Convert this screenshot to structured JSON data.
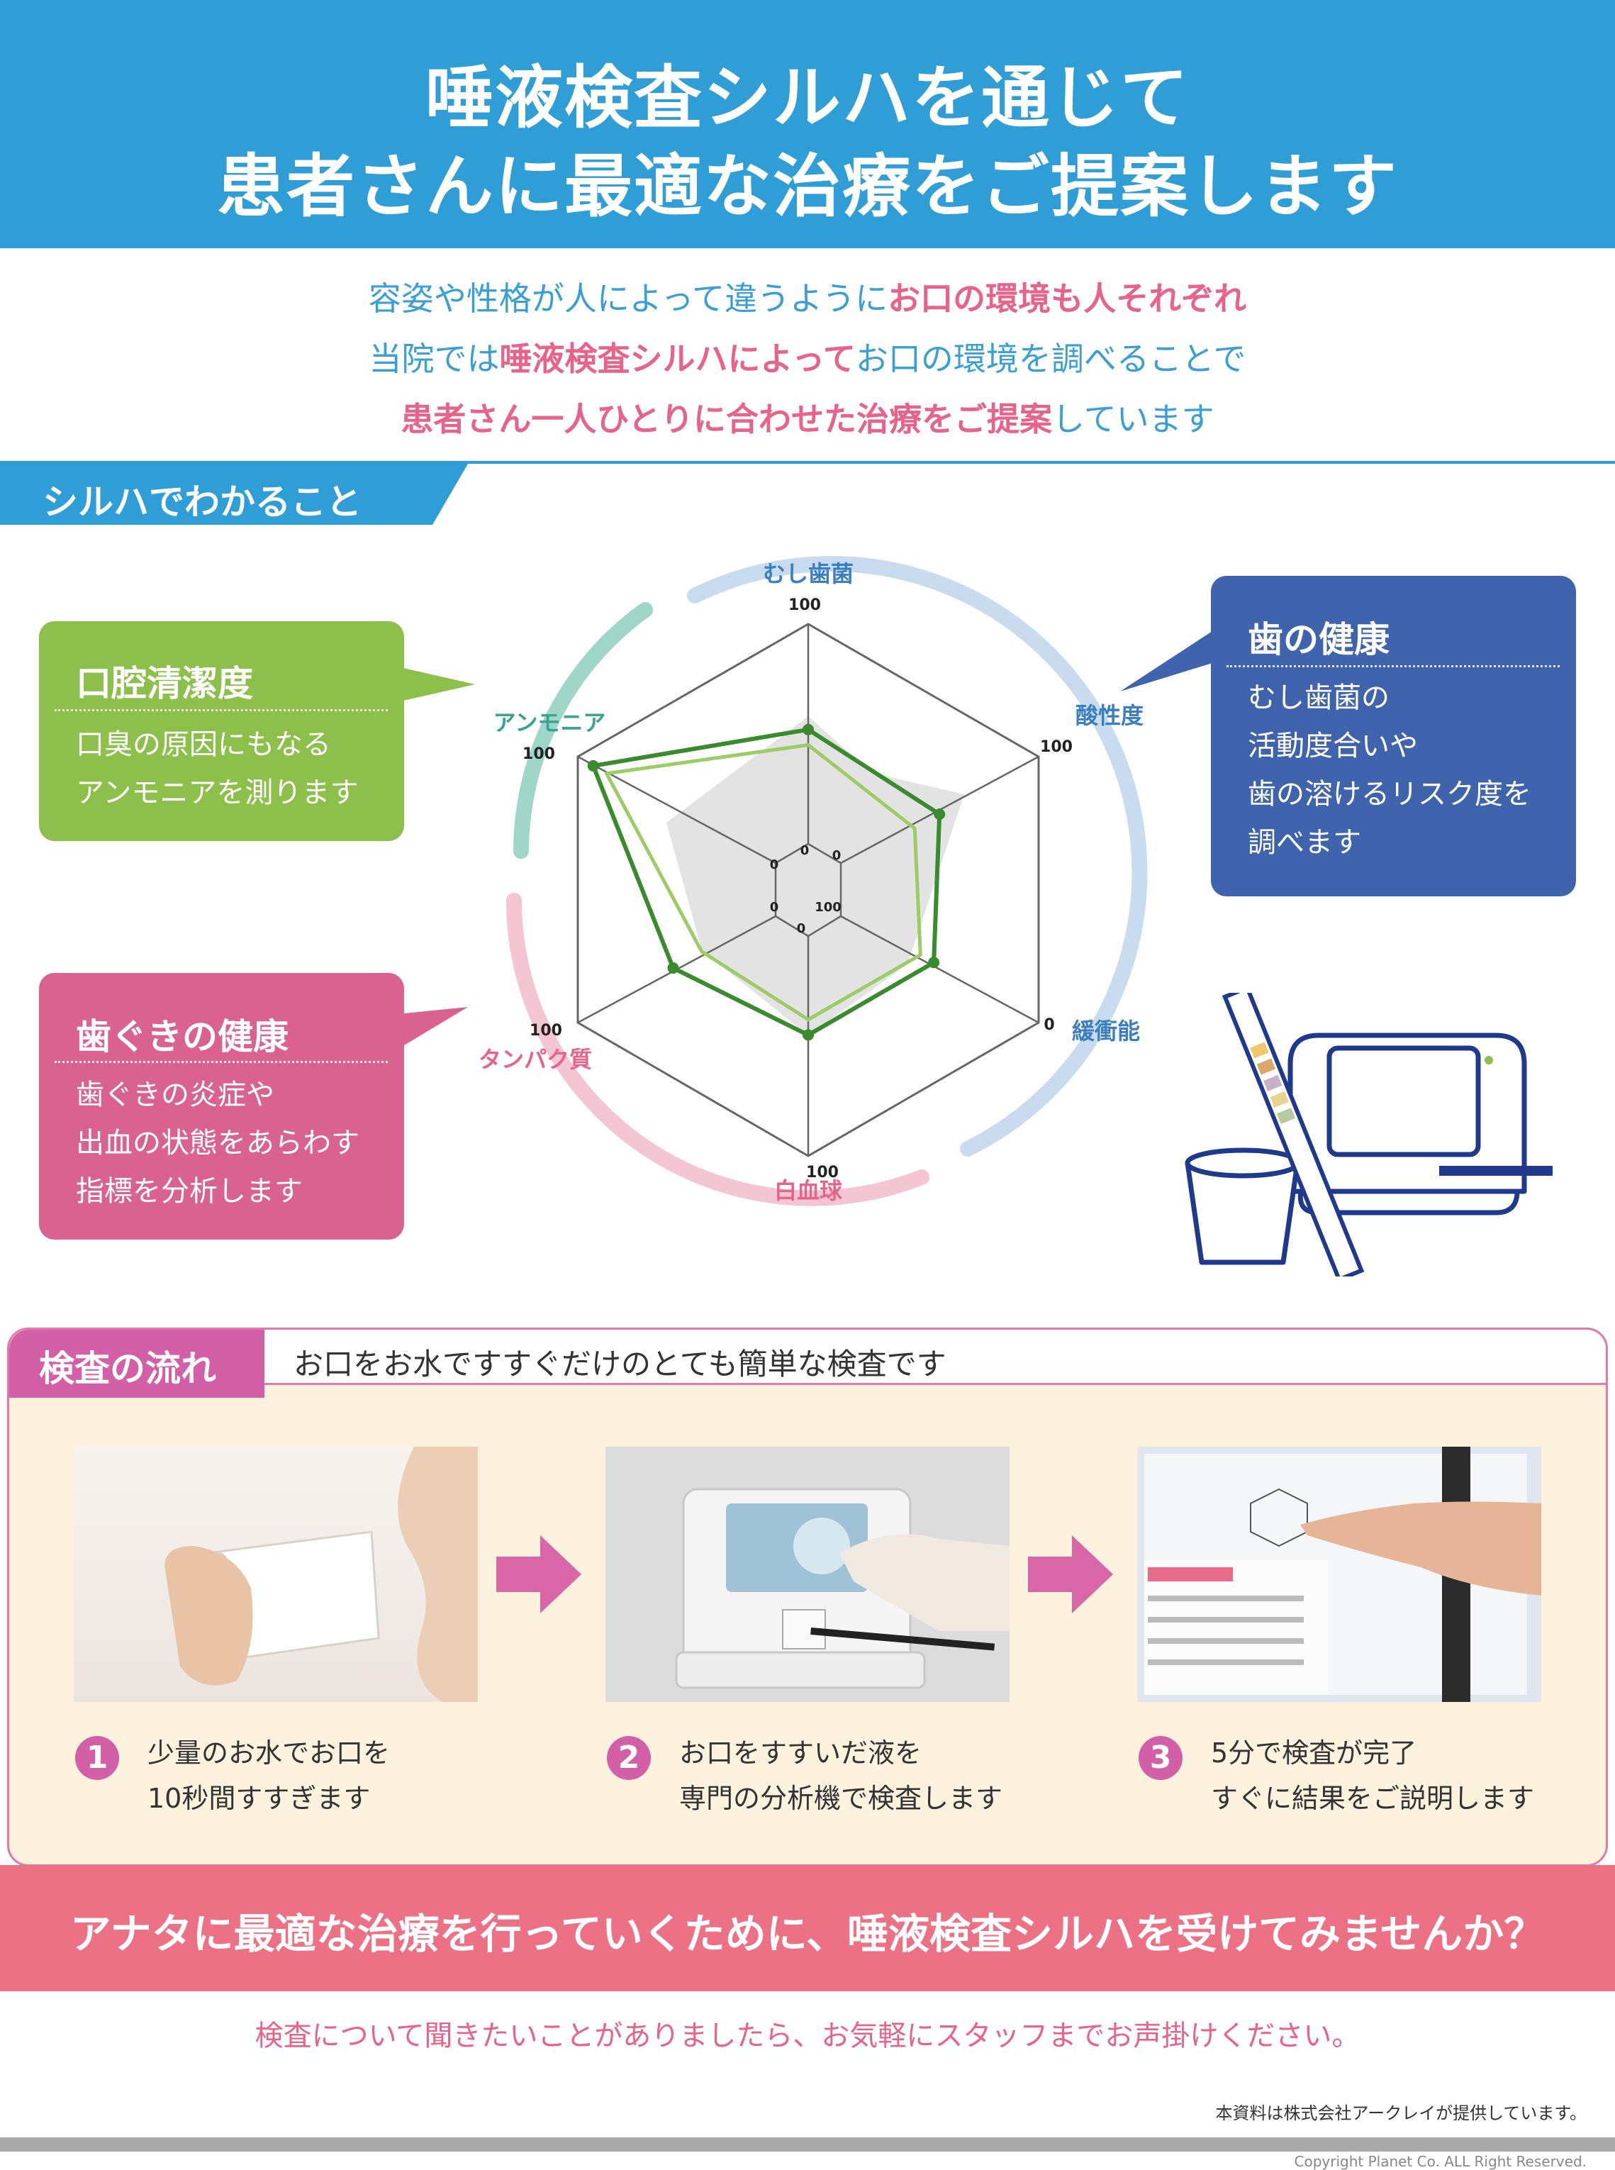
{
  "header": {
    "line1": "唾液検査シルハを通じて",
    "line2": "患者さんに最適な治療をご提案します"
  },
  "intro": {
    "l1a": "容姿や性格が人によって違うように",
    "l1b": "お口の環境も人それぞれ",
    "l2a": "当院では",
    "l2b": "唾液検査シルハによって",
    "l2c": "お口の環境を調べることで",
    "l3a": "患者さん一人ひとりに合わせた治療をご提案",
    "l3b": "しています"
  },
  "section1": {
    "title": "シルハでわかること"
  },
  "cards": {
    "oral": {
      "title": "口腔清潔度",
      "lines": [
        "口臭の原因にもなる",
        "アンモニアを測ります"
      ]
    },
    "teeth": {
      "title": "歯の健康",
      "lines": [
        "むし歯菌の",
        "活動度合いや",
        "歯の溶けるリスク度を",
        "調べます"
      ]
    },
    "gum": {
      "title": "歯ぐきの健康",
      "lines": [
        "歯ぐきの炎症や",
        "出血の状態をあらわす",
        "指標を分析します"
      ]
    }
  },
  "radar": {
    "axes": [
      "むし歯菌",
      "酸性度",
      "緩衝能",
      "白血球",
      "タンパク質",
      "アンモニア"
    ],
    "outer_labels": [
      "100",
      "100",
      "0",
      "100",
      "100",
      "100"
    ],
    "inner_labels": [
      "0",
      "0",
      "100",
      "0",
      "0",
      "0"
    ],
    "series_dark": [
      52,
      48,
      45,
      45,
      50,
      92
    ],
    "series_light": [
      45,
      35,
      38,
      38,
      35,
      85
    ],
    "colors": {
      "dark": "#3a8a2e",
      "light": "#9ccc65",
      "ring_teal": "#9fd6c8",
      "ring_blue": "#c9dcef",
      "ring_pink": "#f4c6d4"
    }
  },
  "flow": {
    "title": "検査の流れ",
    "subtitle": "お口をお水ですすぐだけのとても簡単な検査です",
    "steps": [
      {
        "num": "1",
        "line1": "少量のお水でお口を",
        "line2": "10秒間すすぎます"
      },
      {
        "num": "2",
        "line1": "お口をすすいだ液を",
        "line2": "専門の分析機で検査します"
      },
      {
        "num": "3",
        "line1": "5分で検査が完了",
        "line2": "すぐに結果をご説明します"
      }
    ]
  },
  "cta": "アナタに最適な治療を行っていくために、唾液検査シルハを受けてみませんか？",
  "contact": "検査について聞きたいことがありましたら、お気軽にスタッフまでお声掛けください。",
  "provider": "本資料は株式会社アークレイが提供しています。",
  "copyright": "Copyright Planet Co. ALL Right Reserved."
}
